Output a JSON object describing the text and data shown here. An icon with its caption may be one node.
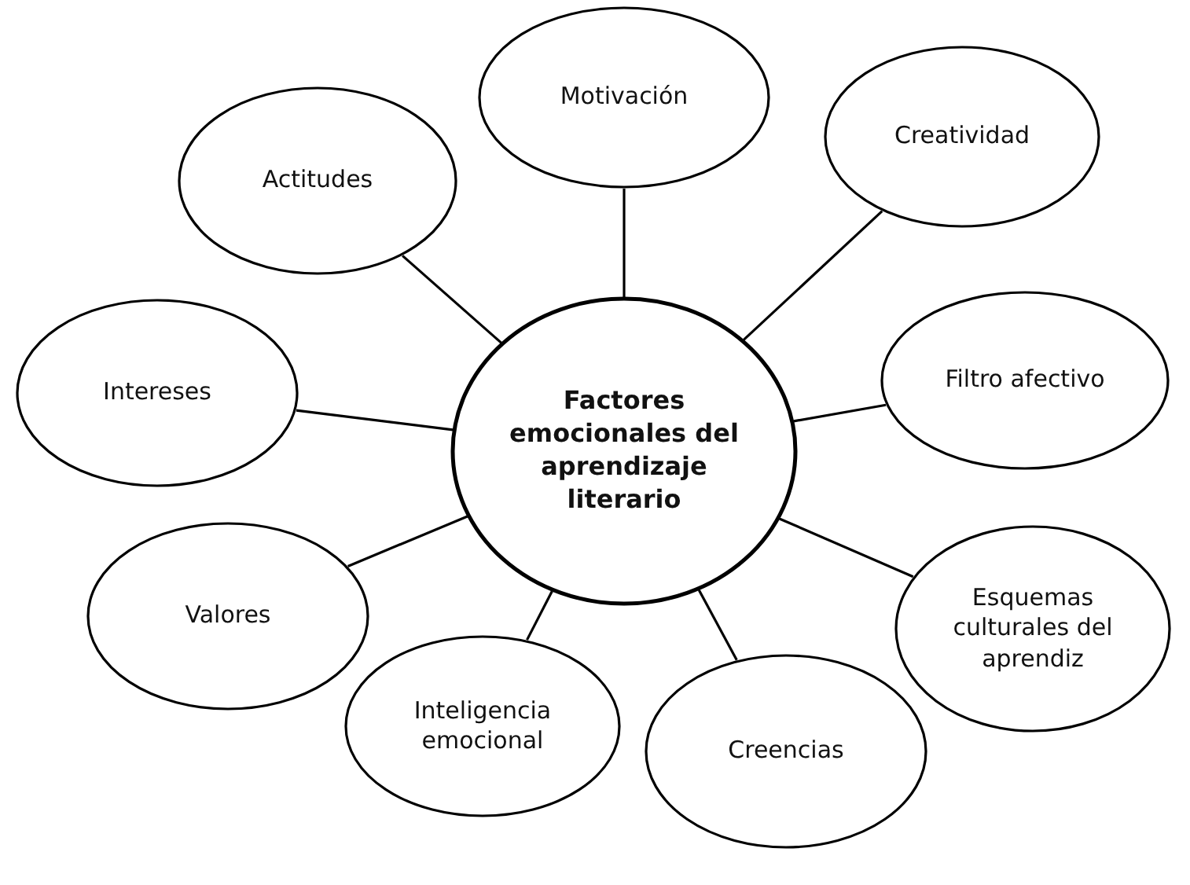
{
  "diagram": {
    "nodes": [
      {
        "text": [
          "Factores emocionales del aprendizaje literario"
        ]
      },
      {
        "text": [
          "Motivación"
        ]
      },
      {
        "text": [
          "Creatividad"
        ]
      },
      {
        "text": [
          "Filtro afectivo"
        ]
      },
      {
        "text": [
          "Esquemas culturales del aprendiz"
        ]
      },
      {
        "text": [
          "Creencias"
        ]
      },
      {
        "text": [
          "Inteligencia emocional"
        ]
      },
      {
        "text": [
          "Valores"
        ]
      },
      {
        "text": [
          "Intereses"
        ]
      },
      {
        "text": [
          "Actitudes"
        ]
      }
    ],
    "edges": [
      {
        "from": 0,
        "to": 1,
        "arrow": "none"
      },
      {
        "from": 0,
        "to": 2,
        "arrow": "none"
      },
      {
        "from": 0,
        "to": 3,
        "arrow": "none"
      },
      {
        "from": 0,
        "to": 4,
        "arrow": "none"
      },
      {
        "from": 0,
        "to": 5,
        "arrow": "none"
      },
      {
        "from": 0,
        "to": 6,
        "arrow": "none"
      },
      {
        "from": 0,
        "to": 7,
        "arrow": "none"
      },
      {
        "from": 0,
        "to": 8,
        "arrow": "none"
      },
      {
        "from": 0,
        "to": 9,
        "arrow": "none"
      }
    ]
  }
}
